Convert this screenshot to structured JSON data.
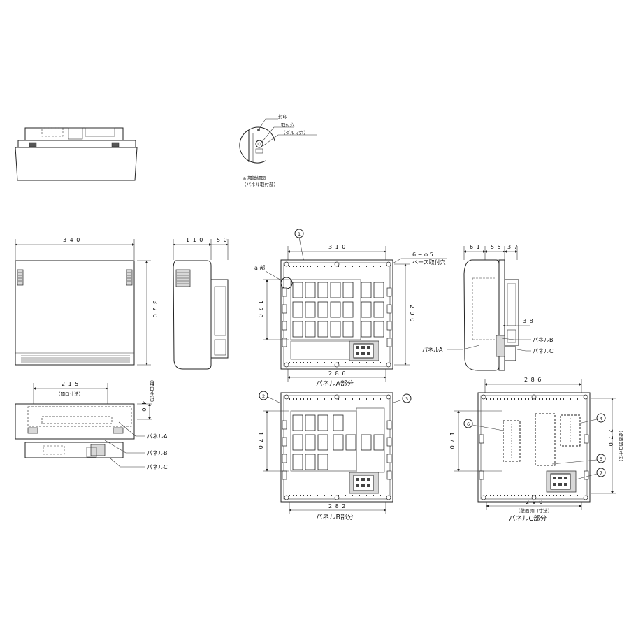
{
  "detail": {
    "seal": "封印",
    "mount_hole": "取付穴",
    "daruma_hole": "（ダルマ穴）",
    "caption_1": "a 部詳細図",
    "caption_2": "（パネル取付部）"
  },
  "front_view": {
    "width": "3 4 0",
    "height": "3 2 0"
  },
  "side_view": {
    "depth_1": "1 1 0",
    "depth_2": "5 0"
  },
  "bottom_view": {
    "opening": "2 1 5",
    "opening_note": "（開口寸法）",
    "depth": "4 0",
    "depth_note": "（開口寸法）",
    "panel_a": "パネルA",
    "panel_b": "パネルB",
    "panel_c": "パネルC"
  },
  "panel_a_view": {
    "callout": "1",
    "top_dim": "3 1 0",
    "holes": "6 − φ 5",
    "holes_note": "ベース取付穴",
    "a_part": "a 部",
    "left_dim": "1 7 0",
    "right_dim": "2 9 0",
    "bottom_dim": "2 8 6",
    "caption": "パネルA部分"
  },
  "right_side_view": {
    "d1": "6 1",
    "d2": "5 5",
    "d3": "3 7",
    "d4": "3 8",
    "panel_a": "パネルA",
    "panel_b": "パネルB",
    "panel_c": "パネルC"
  },
  "panel_b_view": {
    "callout_2": "2",
    "callout_3": "3",
    "left_dim": "1 7 0",
    "bottom_dim": "2 8 2",
    "caption": "パネルB部分"
  },
  "panel_c_view": {
    "top_dim": "2 8 6",
    "left_dim": "1 7 0",
    "right_dim": "2 7 0",
    "right_note": "（壁面開口寸法）",
    "callout_4": "4",
    "callout_5": "5",
    "callout_6": "6",
    "callout_7": "7",
    "bottom_dim": "2 9 0",
    "bottom_note": "（壁面開口寸法）",
    "caption": "パネルC部分"
  }
}
